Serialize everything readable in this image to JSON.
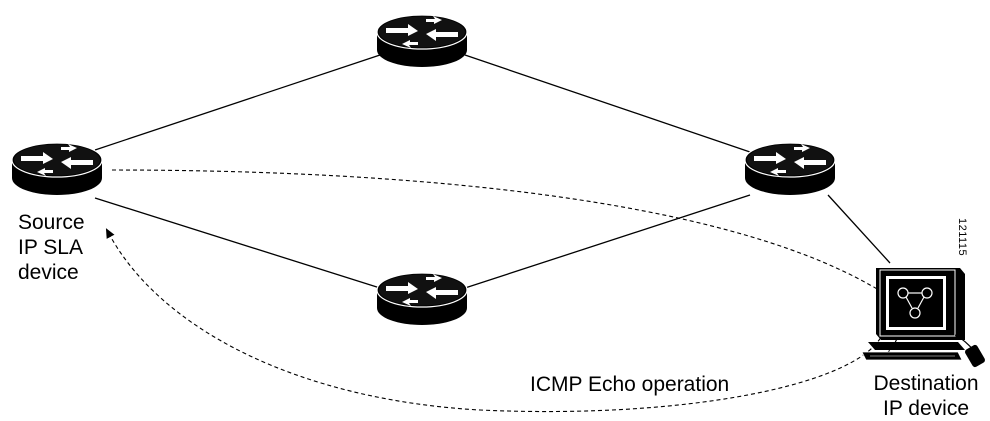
{
  "labels": {
    "source_line1": "Source",
    "source_line2": "IP SLA",
    "source_line3": "device",
    "destination_line1": "Destination",
    "destination_line2": "IP device",
    "operation": "ICMP Echo operation",
    "figure_id": "121115"
  },
  "devices": [
    {
      "name": "source-router",
      "icon": "router-icon"
    },
    {
      "name": "top-router",
      "icon": "router-icon"
    },
    {
      "name": "right-router",
      "icon": "router-icon"
    },
    {
      "name": "bottom-router",
      "icon": "router-icon"
    },
    {
      "name": "destination-host",
      "icon": "workstation-icon"
    }
  ],
  "colors": {
    "router_body": "#000000",
    "arrows": "#ffffff",
    "lines": "#000000"
  }
}
